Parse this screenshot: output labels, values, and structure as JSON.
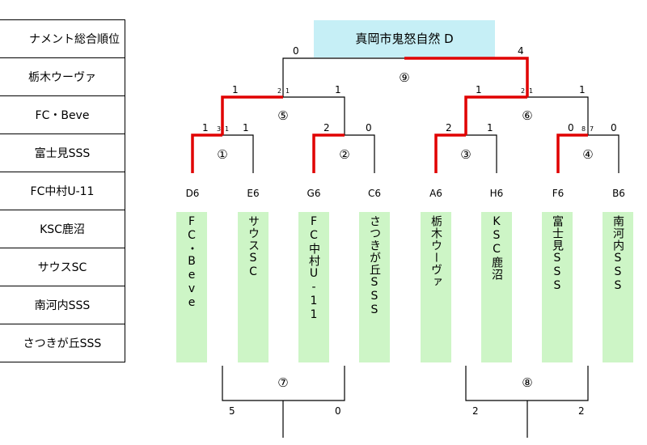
{
  "standings": {
    "header": "ナメント総合順位",
    "teams": [
      "栃木ウーヴァ",
      "FC・Beve",
      "富士見SSS",
      "FC中村U-11",
      "KSC鹿沼",
      "サウスSC",
      "南河内SSS",
      "さつきが丘SSS"
    ]
  },
  "champion": "真岡市鬼怒自然 D",
  "colors": {
    "winner_line": "#e00000",
    "line": "#000000",
    "champion_bg": "#c6eff6",
    "team_bg": "#cdf5c6"
  },
  "slots": [
    {
      "seed": "D6",
      "team": "FC・Beve"
    },
    {
      "seed": "E6",
      "team": "サウスSC"
    },
    {
      "seed": "G6",
      "team": "FC中村U-11"
    },
    {
      "seed": "C6",
      "team": "さつきが丘SSS"
    },
    {
      "seed": "A6",
      "team": "栃木ウーヴァ"
    },
    {
      "seed": "H6",
      "team": "KSC鹿沼"
    },
    {
      "seed": "F6",
      "team": "富士見SSS"
    },
    {
      "seed": "B6",
      "team": "南河内SSS"
    }
  ],
  "matches": {
    "m1": {
      "label": "①",
      "left": "1",
      "right": "1",
      "pk_left": "3",
      "pk_right": "1"
    },
    "m2": {
      "label": "②",
      "left": "2",
      "right": "0"
    },
    "m3": {
      "label": "③",
      "left": "2",
      "right": "1"
    },
    "m4": {
      "label": "④",
      "left": "0",
      "right": "0",
      "pk_left": "8",
      "pk_right": "7"
    },
    "m5": {
      "label": "⑤",
      "left": "1",
      "right": "1",
      "pk_left": "2",
      "pk_right": "1"
    },
    "m6": {
      "label": "⑥",
      "left": "1",
      "right": "1",
      "pk_left": "2",
      "pk_right": "1"
    },
    "m7": {
      "label": "⑦",
      "left": "5",
      "right": "0"
    },
    "m8": {
      "label": "⑧",
      "left": "2",
      "right": "2"
    },
    "m9": {
      "label": "⑨",
      "left": "0",
      "right": "4"
    }
  }
}
